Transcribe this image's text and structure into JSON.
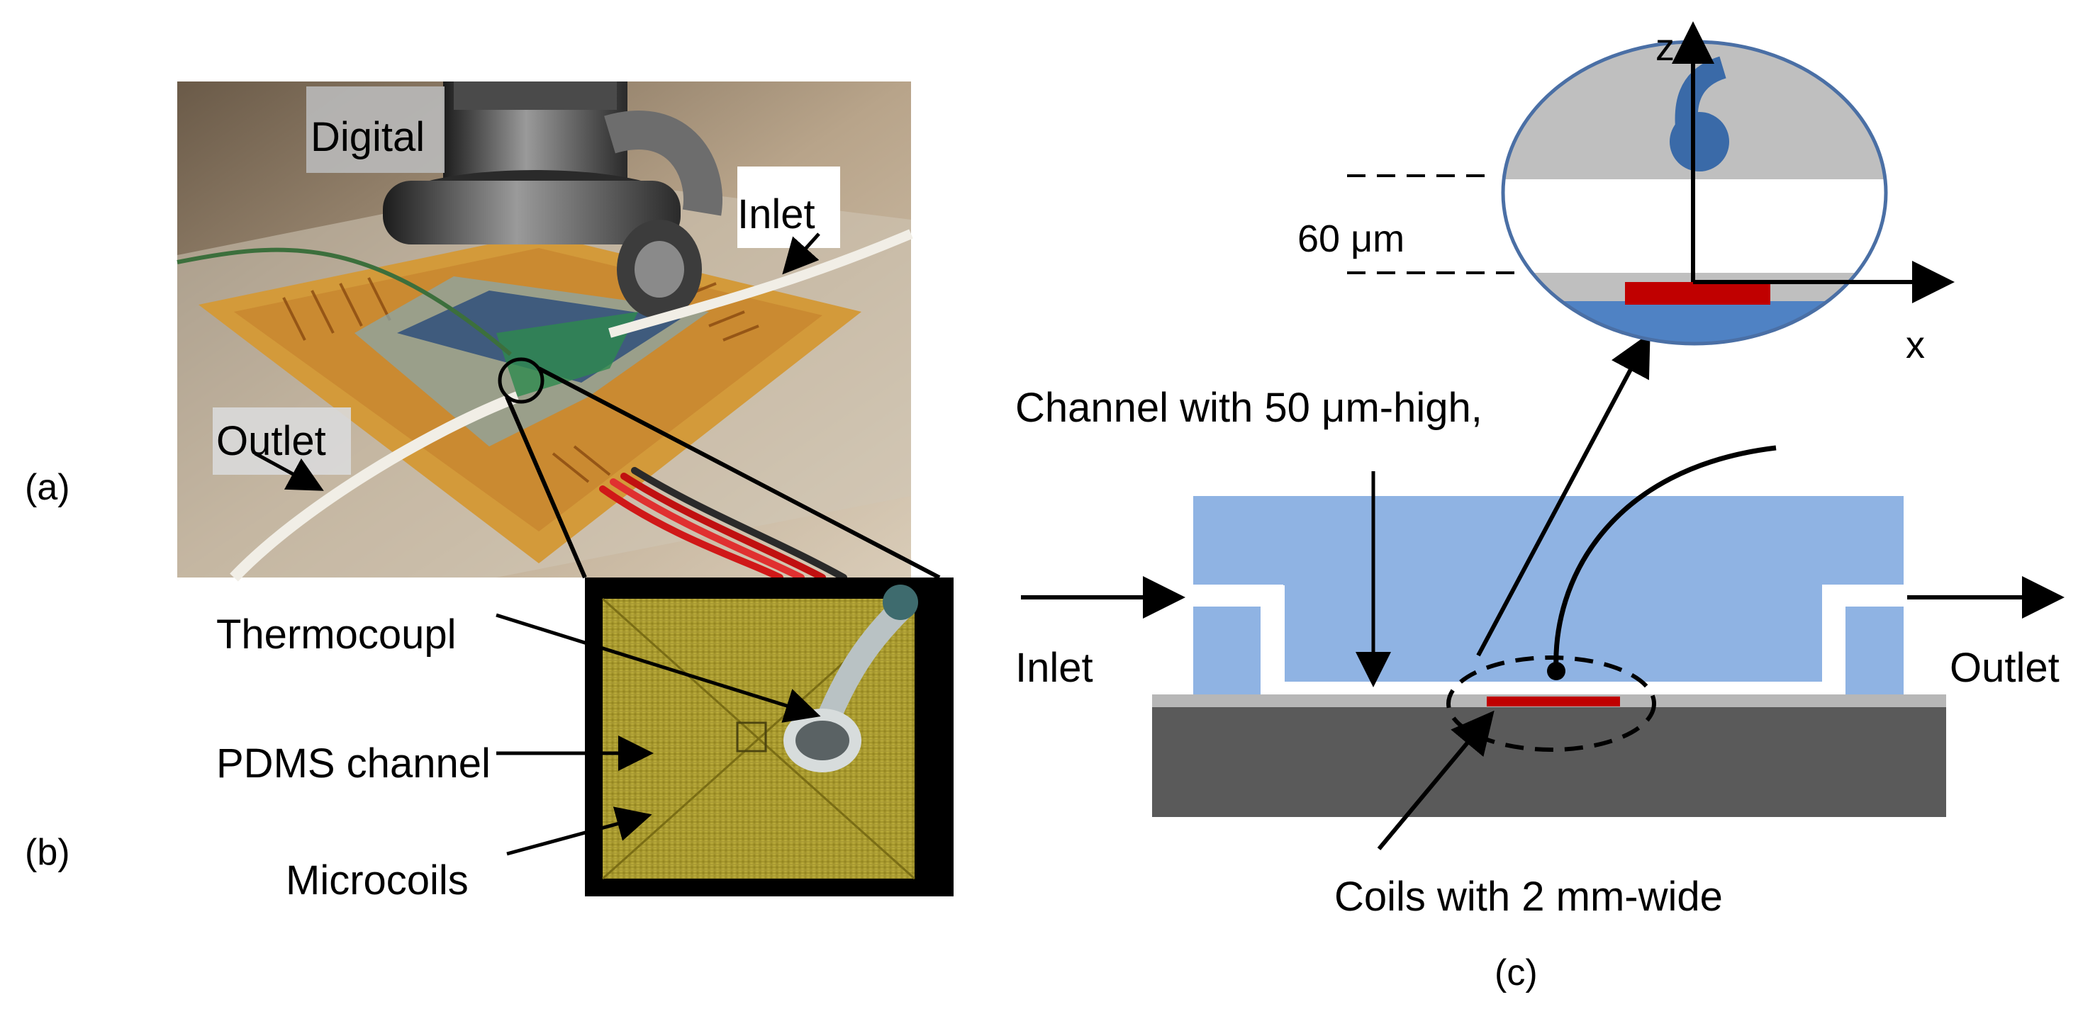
{
  "panel_labels": {
    "a": "(a)",
    "b": "(b)",
    "c": "(c)"
  },
  "photo_labels": {
    "digital": "Digital",
    "inlet": "Inlet",
    "outlet": "Outlet",
    "thermocouple": "Thermocoupl",
    "pdms_channel": "PDMS channel",
    "microcoils": "Microcoils"
  },
  "schematic_labels": {
    "z_axis": "z",
    "x_axis": "x",
    "gap": "60 μm",
    "channel": "Channel with 50 μm-high,",
    "coils": "Coils with 2 mm-wide",
    "inlet": "Inlet",
    "outlet": "Outlet"
  },
  "colors": {
    "pdms": "#8fb3e3",
    "substrate": "#5a5a5a",
    "coil": "#c00000",
    "thermocouple_bead": "#3a6aa8",
    "chip": "#b8a92e"
  }
}
